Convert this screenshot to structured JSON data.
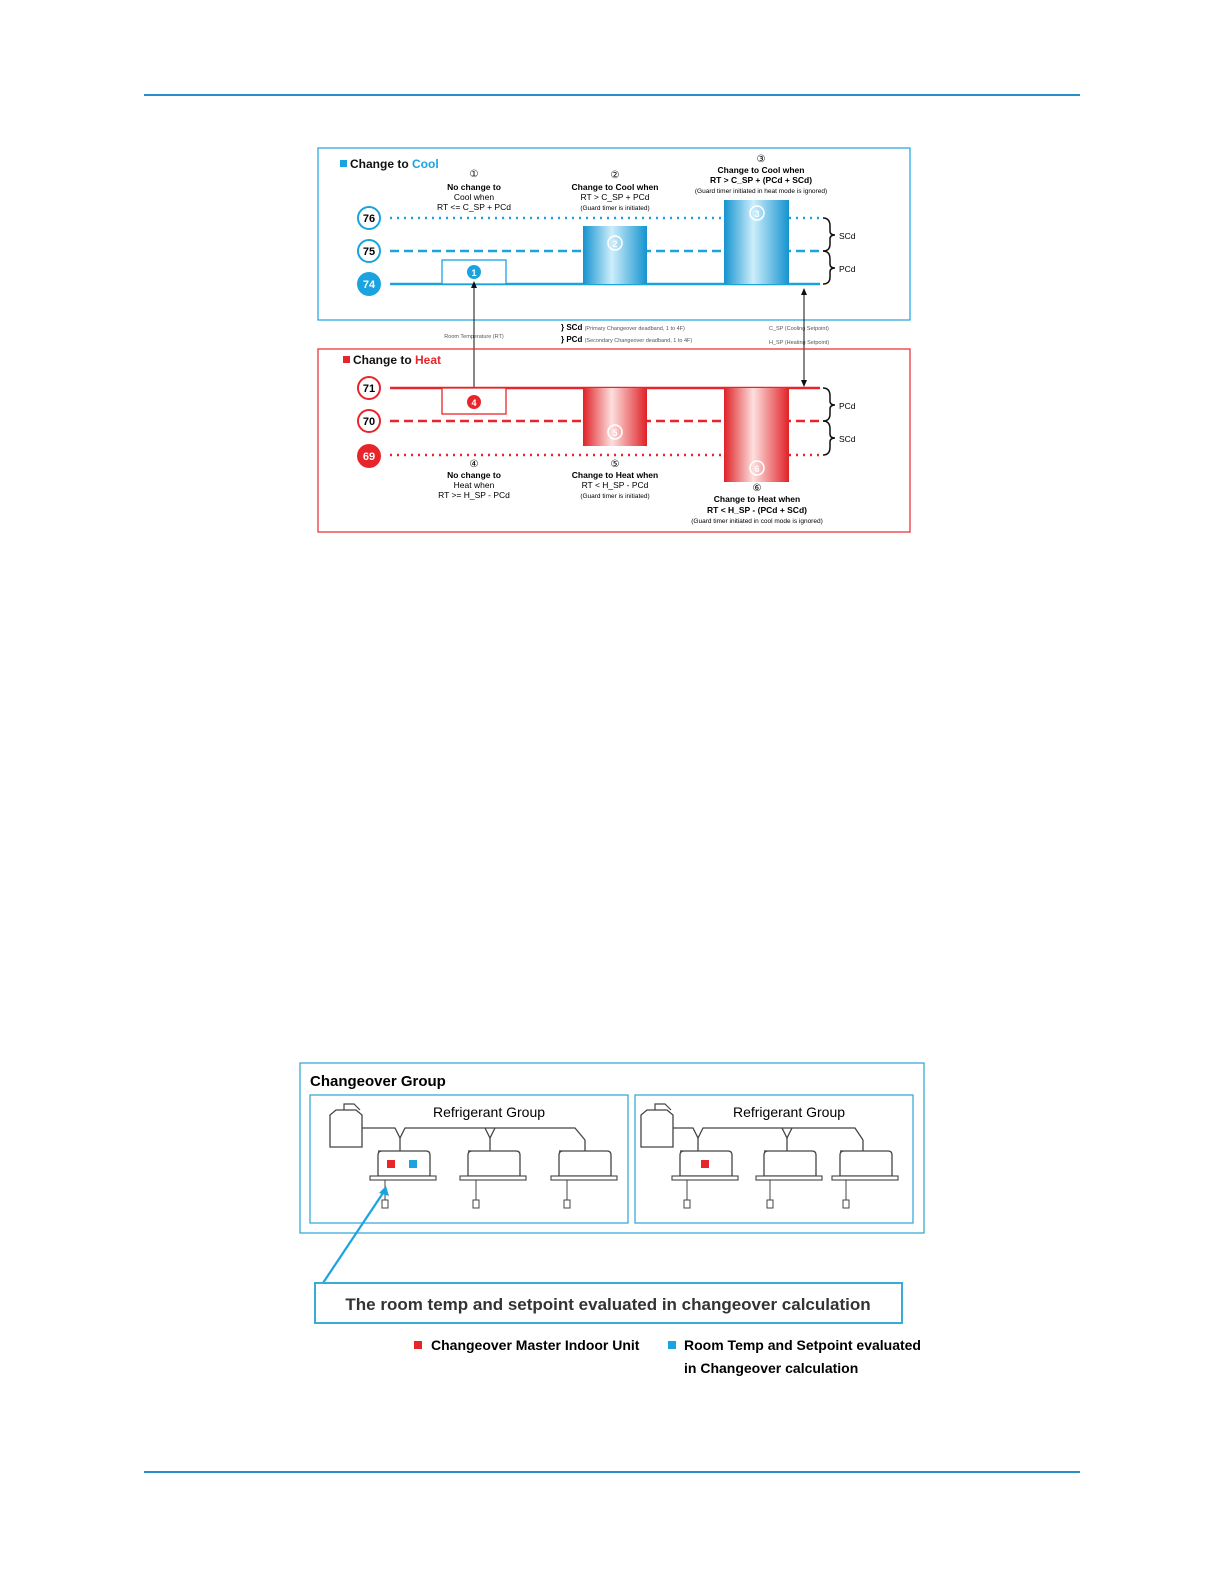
{
  "colors": {
    "cool": "#1aa3df",
    "heat": "#e8252b",
    "rule": "#2a8fc9",
    "group_border": "#3aaad8"
  },
  "cool_panel": {
    "title_prefix": "Change to",
    "title_word": "Cool",
    "setpoints": [
      "76",
      "75",
      "74"
    ],
    "brackets": [
      "SCd",
      "PCd"
    ],
    "cases": [
      {
        "marker": "①",
        "lines": [
          "No change to",
          "Cool when",
          "RT <= C_SP + PCd"
        ]
      },
      {
        "marker": "②",
        "lines": [
          "Change to Cool when",
          "RT > C_SP + PCd"
        ],
        "note": "(Guard timer is initiated)"
      },
      {
        "marker": "③",
        "lines": [
          "Change to Cool when",
          "RT > C_SP + (PCd + SCd)"
        ],
        "note": "(Guard timer initiated in heat mode is ignored)"
      }
    ],
    "badges": [
      "1",
      "2",
      "3"
    ]
  },
  "heat_panel": {
    "title_prefix": "Change to",
    "title_word": "Heat",
    "setpoints": [
      "71",
      "70",
      "69"
    ],
    "brackets": [
      "PCd",
      "SCd"
    ],
    "cases": [
      {
        "marker": "④",
        "lines": [
          "No change to",
          "Heat when",
          "RT >= H_SP - PCd"
        ]
      },
      {
        "marker": "⑤",
        "lines": [
          "Change to Heat when",
          "RT < H_SP - PCd"
        ],
        "note": "(Guard timer is initiated)"
      },
      {
        "marker": "⑥",
        "lines": [
          "Change to Heat when",
          "RT < H_SP - (PCd + SCd)"
        ],
        "note": "(Guard timer initiated in cool mode is ignored)"
      }
    ],
    "badges": [
      "4",
      "5",
      "6"
    ]
  },
  "legend_middle": {
    "room_temp": "Room Temperature (RT)",
    "scd_abbr": "SCd",
    "scd_desc": "(Primary Changeover deadband, 1 to 4F)",
    "pcd_abbr": "PCd",
    "pcd_desc": "(Secondary Changeover deadband, 1 to 4F)",
    "csp": "C_SP (Cooling Setpoint)",
    "hsp": "H_SP (Heating Setpoint)"
  },
  "group_diagram": {
    "title": "Changeover Group",
    "refrigerant_groups": [
      "Refrigerant Group",
      "Refrigerant Group"
    ],
    "callout": "The room temp and setpoint evaluated in changeover calculation",
    "legend": [
      {
        "label": "Changeover Master Indoor Unit",
        "color": "#e8252b"
      },
      {
        "label_line1": "Room Temp and Setpoint evaluated",
        "label_line2": "in Changeover calculation",
        "color": "#1aa3df"
      }
    ]
  }
}
